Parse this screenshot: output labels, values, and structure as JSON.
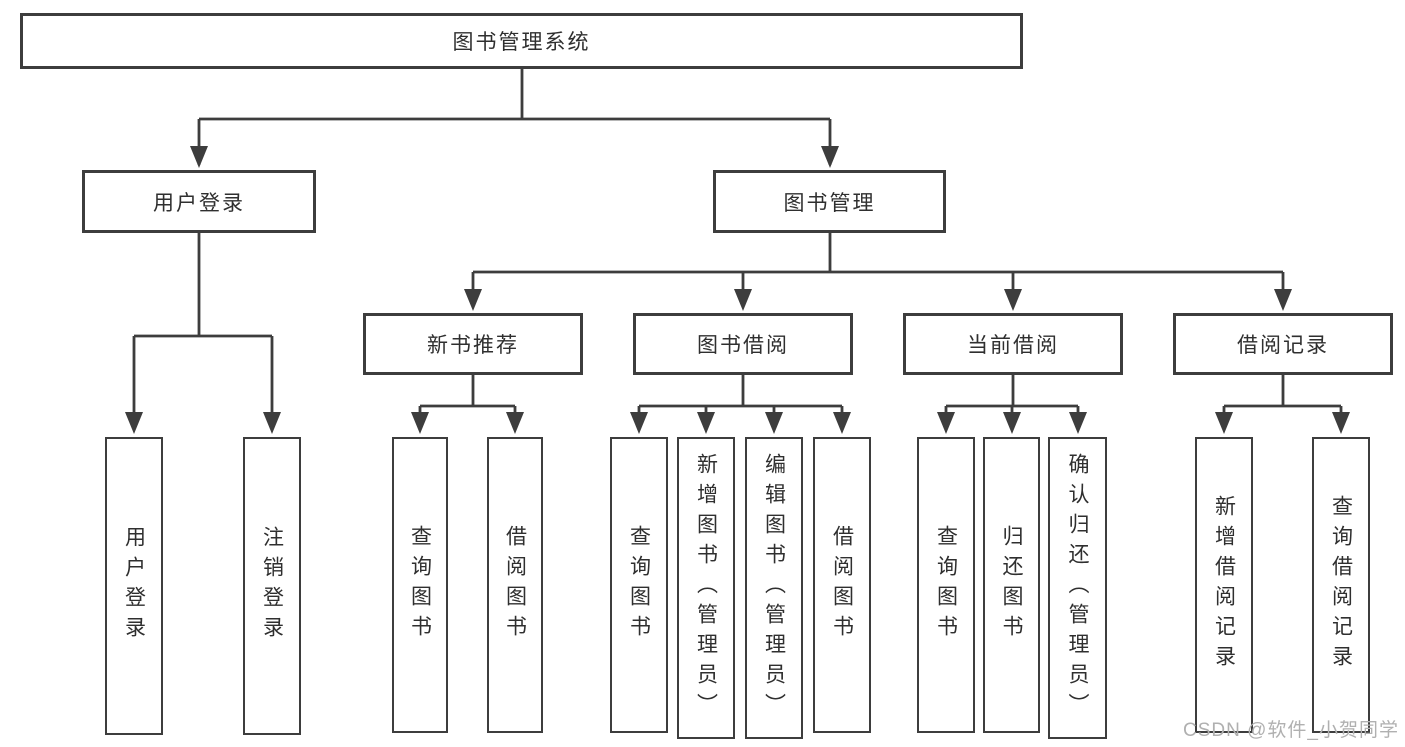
{
  "tree": {
    "root": {
      "label": "图书管理系统",
      "children": [
        {
          "label": "用户登录",
          "children": [
            {
              "label": "用户登录"
            },
            {
              "label": "注销登录"
            }
          ]
        },
        {
          "label": "图书管理",
          "children": [
            {
              "label": "新书推荐",
              "children": [
                {
                  "label": "查询图书"
                },
                {
                  "label": "借阅图书"
                }
              ]
            },
            {
              "label": "图书借阅",
              "children": [
                {
                  "label": "查询图书"
                },
                {
                  "label": "新增图书（管理员）"
                },
                {
                  "label": "编辑图书（管理员）"
                },
                {
                  "label": "借阅图书"
                }
              ]
            },
            {
              "label": "当前借阅",
              "children": [
                {
                  "label": "查询图书"
                },
                {
                  "label": "归还图书"
                },
                {
                  "label": "确认归还（管理员）"
                }
              ]
            },
            {
              "label": "借阅记录",
              "children": [
                {
                  "label": "新增借阅记录"
                },
                {
                  "label": "查询借阅记录"
                }
              ]
            }
          ]
        }
      ]
    }
  },
  "watermark": {
    "text": "CSDN @软件_小贺同学"
  },
  "colors": {
    "line": "#3d3d3d",
    "text": "#2f2f2f",
    "background": "#ffffff",
    "watermark": "#b0b0b0"
  }
}
